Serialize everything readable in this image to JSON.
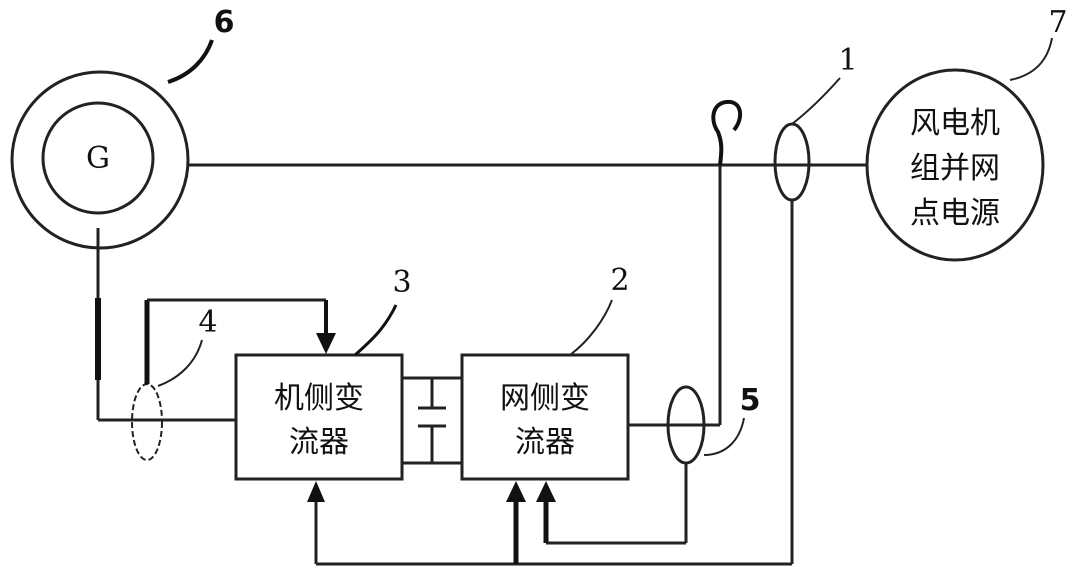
{
  "generator": {
    "letter": "G"
  },
  "grid_source": {
    "lines": [
      "风电机",
      "组并网",
      "点电源"
    ]
  },
  "machine_side_converter": {
    "lines": [
      "机侧变",
      "流器"
    ]
  },
  "grid_side_converter": {
    "lines": [
      "网侧变",
      "流器"
    ]
  },
  "markers": {
    "m1": "1",
    "m2": "2",
    "m3": "3",
    "m4": "4",
    "m5": "5",
    "m6": "6",
    "m7": "7"
  }
}
